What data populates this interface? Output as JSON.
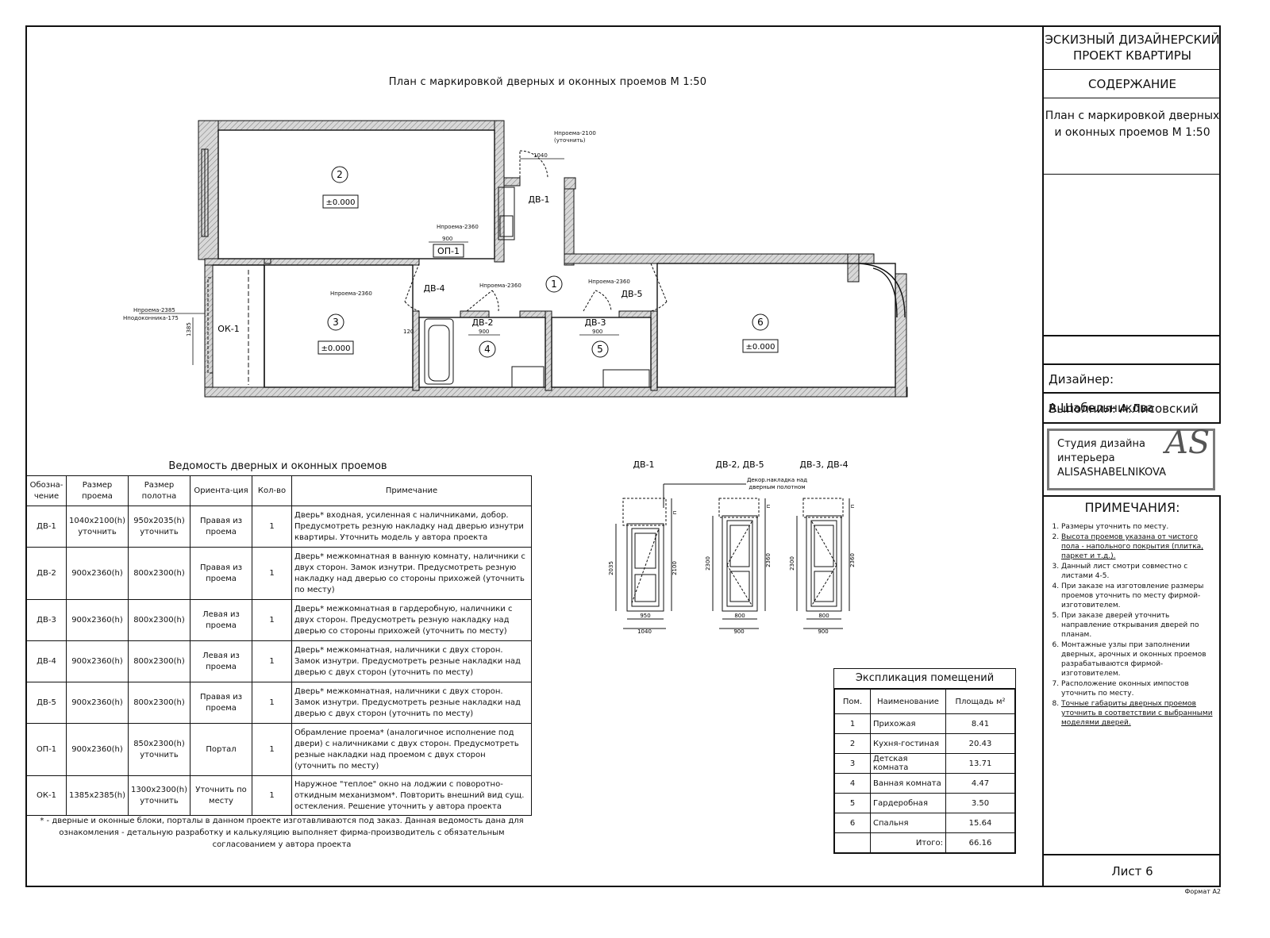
{
  "drawing_title": "План с маркировкой дверных и оконных проемов М 1:50",
  "title_block": {
    "project": "ЭСКИЗНЫЙ ДИЗАЙНЕРСКИЙ ПРОЕКТ КВАРТИРЫ",
    "contents_label": "СОДЕРЖАНИЕ",
    "sheet_title": "План с маркировкой дверных и оконных проемов М 1:50",
    "designer": "Дизайнер: А.Шабельникова",
    "executor": "Выполнил: А.Лисовский",
    "studio": "Студия дизайна интерьера ALISASHABELNIKOVA",
    "studio_line1": "Студия дизайна",
    "studio_line2": "интерьера",
    "studio_line3": "ALISASHABELNIKOVA",
    "logo_letters": "AS",
    "notes_title": "ПРИМЕЧАНИЯ:",
    "notes": [
      "Размеры уточнить по месту.",
      "Высота проемов указана от чистого пола - напольного покрытия (плитка, паркет и т.д.).",
      "Данный лист смотри совместно с листами 4-5.",
      "При заказе на изготовление размеры проемов уточнить по месту фирмой-изготовителем.",
      "При заказе дверей уточнить направление открывания дверей по планам.",
      "Монтажные узлы при заполнении дверных, арочных и оконных проемов разрабатываются фирмой-изготовителем.",
      "Расположение оконных импостов уточнить по месту.",
      "Точные габариты дверных проемов уточнить в соответствии с выбранными моделями дверей."
    ],
    "sheet_number": "Лист 6",
    "format": "Формат А2"
  },
  "plan": {
    "rooms": [
      {
        "num": "1"
      },
      {
        "num": "2",
        "level": "±0.000"
      },
      {
        "num": "3",
        "level": "±0.000"
      },
      {
        "num": "4"
      },
      {
        "num": "5"
      },
      {
        "num": "6",
        "level": "±0.000"
      }
    ],
    "tags": {
      "dv1": "ДВ-1",
      "dv2": "ДВ-2",
      "dv3": "ДВ-3",
      "dv4": "ДВ-4",
      "dv5": "ДВ-5",
      "op1": "ОП-1",
      "ok1": "ОК-1"
    },
    "annotations": {
      "h2100": "Нпроема-2100",
      "refine": "(уточнить)",
      "w1040": "1040",
      "h2360": "Нпроема-2360",
      "w900": "900",
      "d120": "120",
      "h2385": "Нпроема-2385",
      "sill": "Нподоконника-175",
      "w1385": "1385"
    }
  },
  "elevations": {
    "labels": [
      "ДВ-1",
      "ДВ-2, ДВ-5",
      "ДВ-3, ДВ-4"
    ],
    "decor_note_1": "Декор.накладка над",
    "decor_note_2": "дверным полотном",
    "dims": {
      "d1_h_leaf": "2035",
      "d1_h_open": "2100",
      "d1_w_leaf": "950",
      "d1_w_open": "1040",
      "d2_h_leaf": "2300",
      "d2_h_open": "2360",
      "d2_w_leaf": "800",
      "d2_w_open": "900",
      "d3_h_leaf": "2300",
      "d3_h_open": "2360",
      "d3_w_leaf": "800",
      "d3_w_open": "900",
      "gap": "п"
    }
  },
  "door_schedule": {
    "title": "Ведомость дверных и оконных проемов",
    "headers": [
      "Обозна-чение",
      "Размер проема",
      "Размер полотна",
      "Ориента-ция",
      "Кол-во",
      "Примечание"
    ],
    "rows": [
      {
        "id": "ДВ-1",
        "opening": "1040x2100(h) уточнить",
        "leaf": "950x2035(h) уточнить",
        "orient": "Правая из проема",
        "qty": "1",
        "note": "Дверь* входная, усиленная с наличниками, добор. Предусмотреть резную накладку над дверью изнутри квартиры. Уточнить модель у автора проекта"
      },
      {
        "id": "ДВ-2",
        "opening": "900x2360(h)",
        "leaf": "800x2300(h)",
        "orient": "Правая из проема",
        "qty": "1",
        "note": "Дверь* межкомнатная в ванную комнату, наличники с двух сторон. Замок изнутри. Предусмотреть резную накладку над дверью со стороны прихожей (уточнить по месту)"
      },
      {
        "id": "ДВ-3",
        "opening": "900x2360(h)",
        "leaf": "800x2300(h)",
        "orient": "Левая из проема",
        "qty": "1",
        "note": "Дверь* межкомнатная в гардеробную, наличники с двух сторон. Предусмотреть резную накладку над дверью со стороны прихожей (уточнить по месту)"
      },
      {
        "id": "ДВ-4",
        "opening": "900x2360(h)",
        "leaf": "800x2300(h)",
        "orient": "Левая из проема",
        "qty": "1",
        "note": "Дверь* межкомнатная, наличники с двух сторон. Замок изнутри. Предусмотреть резные накладки над дверью с двух сторон (уточнить по месту)"
      },
      {
        "id": "ДВ-5",
        "opening": "900x2360(h)",
        "leaf": "800x2300(h)",
        "orient": "Правая из проема",
        "qty": "1",
        "note": "Дверь* межкомнатная, наличники с двух сторон. Замок изнутри. Предусмотреть резные накладки над дверью с двух сторон (уточнить по месту)"
      },
      {
        "id": "ОП-1",
        "opening": "900x2360(h)",
        "leaf": "850x2300(h) уточнить",
        "orient": "Портал",
        "qty": "1",
        "note": "Обрамление проема* (аналогичное исполнение под двери) с наличниками с двух сторон. Предусмотреть резные накладки над проемом с двух сторон (уточнить по месту)"
      },
      {
        "id": "ОК-1",
        "opening": "1385x2385(h)",
        "leaf": "1300x2300(h) уточнить",
        "orient": "Уточнить по месту",
        "qty": "1",
        "note": "Наружное \"теплое\" окно на лоджии с поворотно-откидным механизмом*. Повторить внешний вид сущ. остекления. Решение уточнить у автора проекта"
      }
    ],
    "footnote": "* - дверные и оконные блоки, порталы в данном проекте изготавливаются под заказ. Данная ведомость дана для ознакомления - детальную разработку и калькуляцию выполняет фирма-производитель с обязательным согласованием у автора проекта"
  },
  "explication": {
    "title": "Экспликация помещений",
    "headers": [
      "Пом.",
      "Наименование",
      "Площадь м²"
    ],
    "rows": [
      {
        "n": "1",
        "name": "Прихожая",
        "area": "8.41"
      },
      {
        "n": "2",
        "name": "Кухня-гостиная",
        "area": "20.43"
      },
      {
        "n": "3",
        "name": "Детская комната",
        "area": "13.71"
      },
      {
        "n": "4",
        "name": "Ванная комната",
        "area": "4.47"
      },
      {
        "n": "5",
        "name": "Гардеробная",
        "area": "3.50"
      },
      {
        "n": "6",
        "name": "Спальня",
        "area": "15.64"
      }
    ],
    "total_label": "Итого:",
    "total": "66.16"
  }
}
